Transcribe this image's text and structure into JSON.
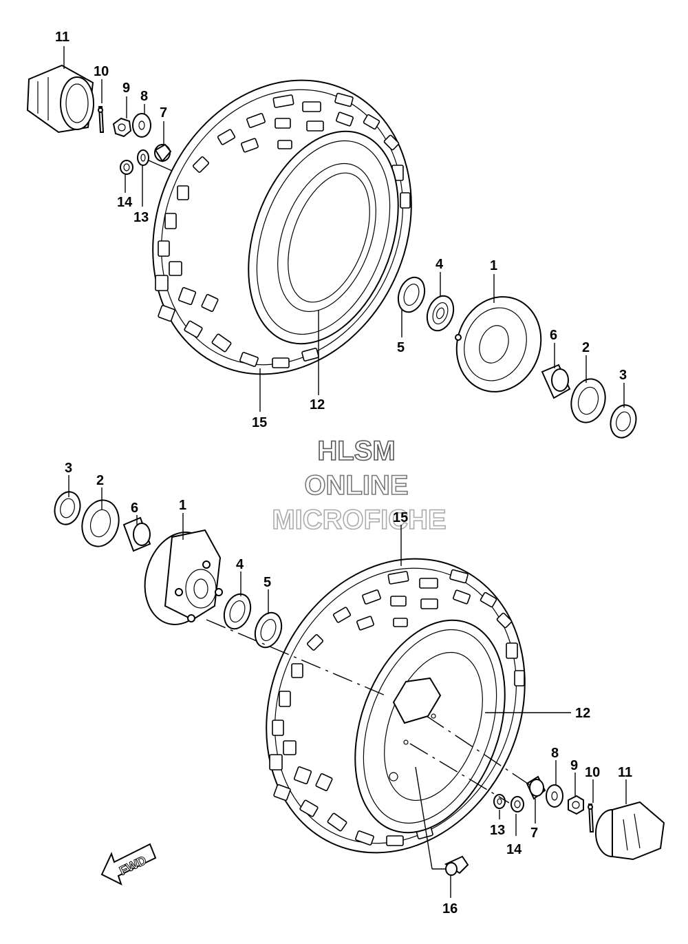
{
  "watermark": {
    "line1": "HLSM",
    "line2": "ONLINE",
    "line3": "MICROFICHE"
  },
  "fwd_label": "FWD",
  "callouts": {
    "top": {
      "c11": "11",
      "c10": "10",
      "c9": "9",
      "c8": "8",
      "c7": "7",
      "c14": "14",
      "c13": "13",
      "c4": "4",
      "c1": "1",
      "c5": "5",
      "c6": "6",
      "c2": "2",
      "c3": "3",
      "c12": "12",
      "c15": "15"
    },
    "bottom": {
      "c3": "3",
      "c2": "2",
      "c6": "6",
      "c1": "1",
      "c4": "4",
      "c5": "5",
      "c15": "15",
      "c12": "12",
      "c8": "8",
      "c9": "9",
      "c10": "10",
      "c11": "11",
      "c13": "13",
      "c14": "14",
      "c7": "7",
      "c16": "16"
    }
  },
  "colors": {
    "line": "#000000",
    "watermark_stroke_dark": "#555555",
    "watermark_stroke_light": "#aaaaaa",
    "background": "#ffffff"
  }
}
